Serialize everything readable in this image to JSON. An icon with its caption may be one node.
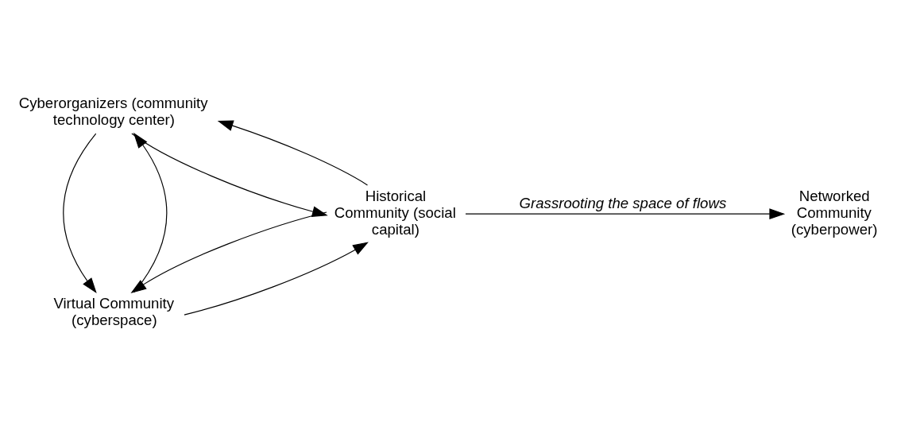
{
  "diagram": {
    "nodes": [
      {
        "text": [
          "Virtual Community (cyberspace)"
        ]
      },
      {
        "text": [
          "Historical Community (social capital)"
        ]
      },
      {
        "text": [
          "Networked Community (cyberpower)"
        ]
      },
      {
        "text": [
          "Cyberorganizers (community technology center)"
        ]
      }
    ],
    "edges": [
      {
        "from": 0,
        "to": 1,
        "arrow": "to"
      },
      {
        "from": 1,
        "to": 0,
        "arrow": "to"
      },
      {
        "from": 0,
        "to": 3,
        "arrow": "to"
      },
      {
        "from": 3,
        "to": 0,
        "arrow": "to"
      },
      {
        "from": 1,
        "to": 2,
        "arrow": "to",
        "label": "Grassrooting the space of flows"
      },
      {
        "from": 3,
        "to": 1,
        "arrow": "to"
      },
      {
        "from": 1,
        "to": 3,
        "arrow": "to"
      }
    ]
  }
}
